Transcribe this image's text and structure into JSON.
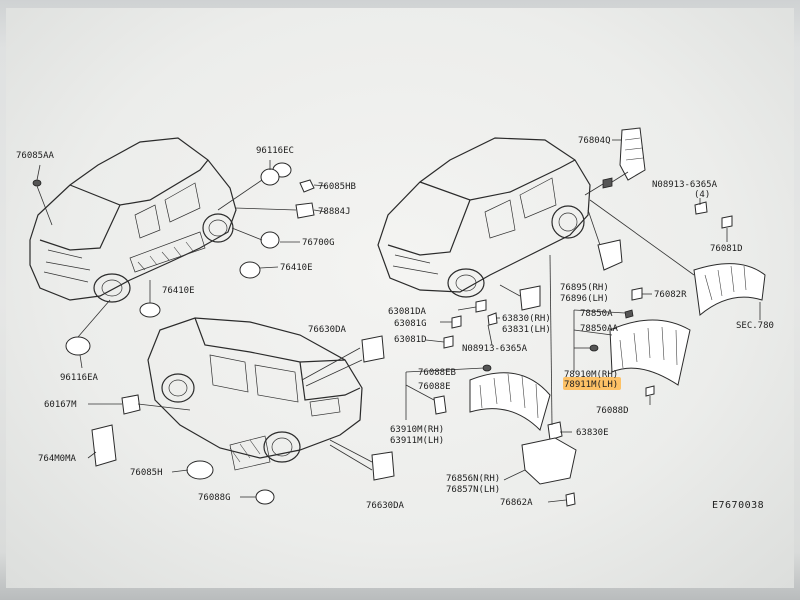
{
  "diagram": {
    "code": "E7670038",
    "highlight_color": "#ffb84d",
    "labels": {
      "p76085AA": "76085AA",
      "p96116EC": "96116EC",
      "p76085HB": "76085HB",
      "p78884J": "78884J",
      "p76700G": "76700G",
      "p76410E_a": "76410E",
      "p76410E_b": "76410E",
      "p96116EA": "96116EA",
      "p76630DA_a": "76630DA",
      "p76630DA_b": "76630DA",
      "p60167M": "60167M",
      "p764M0MA": "764M0MA",
      "p76085H": "76085H",
      "p76088G": "76088G",
      "p76804Q": "76804Q",
      "p08913_a": "N08913-6365A",
      "p08913_a_qty": "(4)",
      "p76081D": "76081D",
      "p76895": "76895(RH)",
      "p76896": "76896(LH)",
      "p76082R": "76082R",
      "p78850A": "78850A",
      "p78850AA": "78850AA",
      "pSEC780": "SEC.780",
      "p63081DA": "63081DA",
      "p63081G": "63081G",
      "p63081D": "63081D",
      "p63830": "63830(RH)",
      "p63831": "63831(LH)",
      "p08913_b": "N08913-6365A",
      "p76088EB": "76088EB",
      "p76088E": "76088E",
      "p78910M": "78910M(RH)",
      "p78911M": "78911M(LH)",
      "p76088D": "76088D",
      "p63910M": "63910M(RH)",
      "p63911M": "63911M(LH)",
      "p63830E": "63830E",
      "p76856N": "76856N(RH)",
      "p76857N": "76857N(LH)",
      "p76862A": "76862A"
    }
  }
}
